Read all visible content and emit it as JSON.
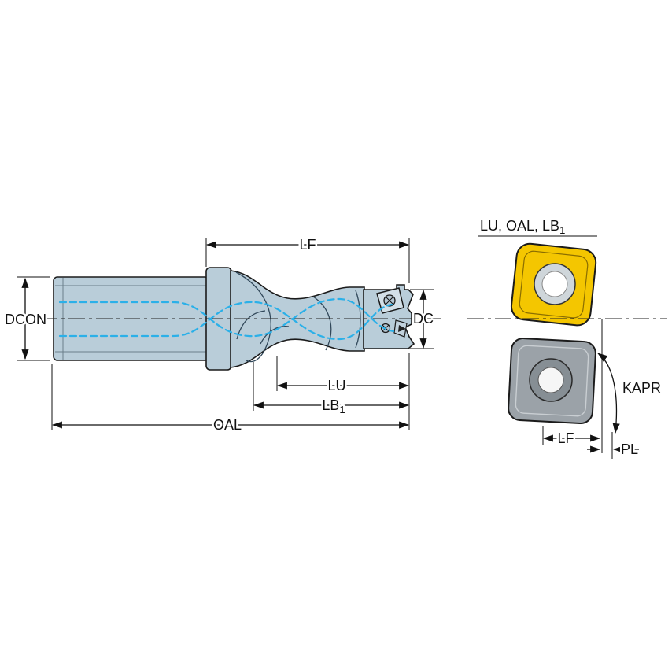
{
  "colors": {
    "outline": "#1b1b1b",
    "body": "#b9cdd9",
    "insert_face": "#d3e0e8",
    "screw": "#b4c6d2",
    "coolant": "#2bb0e8",
    "yellow": "#f4c600",
    "yellow_inner": "#8a6d00",
    "gray": "#9ba2a8",
    "hole_ring": "#cfd6da",
    "gray_ring": "#868e94",
    "hole_white": "#ffffff"
  },
  "drill_view": {
    "dims": {
      "dcon": "DCON",
      "lf": "LF",
      "dc": "DC",
      "lu": "LU",
      "lb1_main": "LB",
      "lb1_sub": "1",
      "oal": "OAL"
    }
  },
  "insert_view": {
    "top_label_main": "LU, OAL, LB",
    "top_label_sub": "1",
    "kapr": "KAPR",
    "lf": "LF",
    "pl": "PL"
  }
}
